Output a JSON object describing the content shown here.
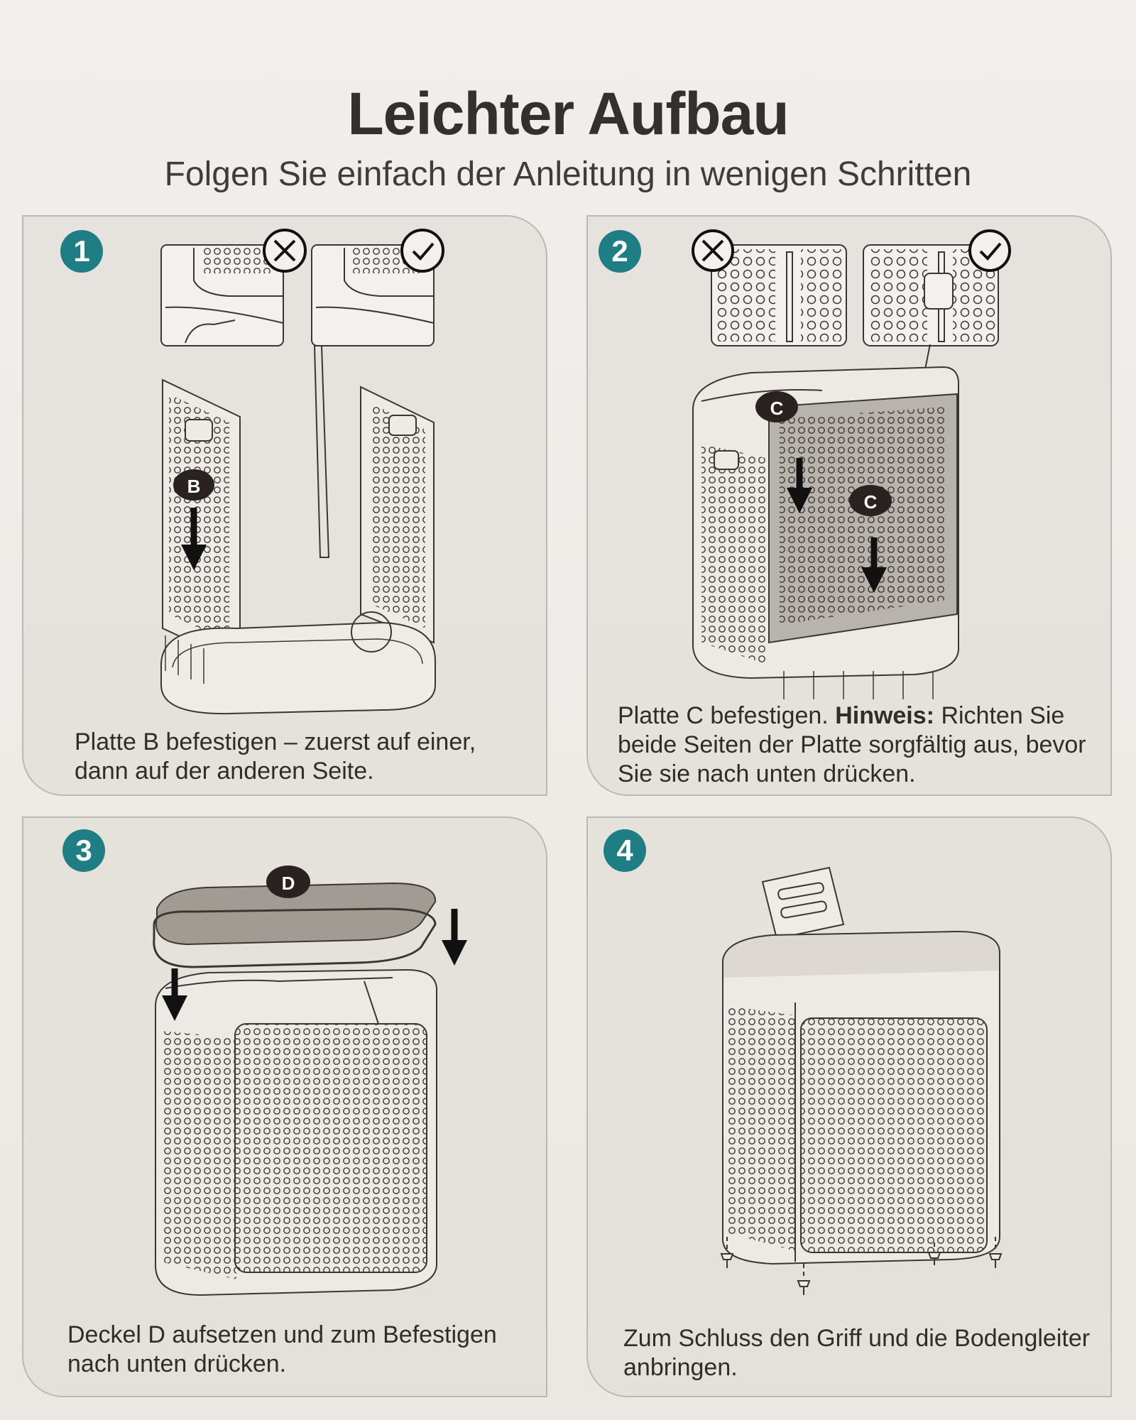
{
  "header": {
    "title": "Leichter Aufbau",
    "subtitle": "Folgen Sie einfach der Anleitung in wenigen Schritten"
  },
  "colors": {
    "badge": "#1f7e83",
    "label_circle": "#2a2220",
    "line_art": "#3a3633"
  },
  "steps": [
    {
      "number": "1",
      "caption": "Platte B befestigen – zuerst auf einer, dann auf der anderen Seite.",
      "label": "B",
      "icons": [
        "cross-circle-icon",
        "check-circle-icon"
      ]
    },
    {
      "number": "2",
      "caption_prefix": "Platte C befestigen. ",
      "caption_bold": "Hinweis:",
      "caption_suffix": " Richten Sie beide Seiten der Platte sorgfältig aus, bevor Sie sie nach unten drücken.",
      "label": "C",
      "label2": "C",
      "icons": [
        "cross-circle-icon",
        "check-circle-icon"
      ]
    },
    {
      "number": "3",
      "caption": "Deckel D aufsetzen und zum Befestigen nach unten drücken.",
      "label": "D"
    },
    {
      "number": "4",
      "caption": "Zum Schluss den Griff und die Bodengleiter anbringen."
    }
  ]
}
